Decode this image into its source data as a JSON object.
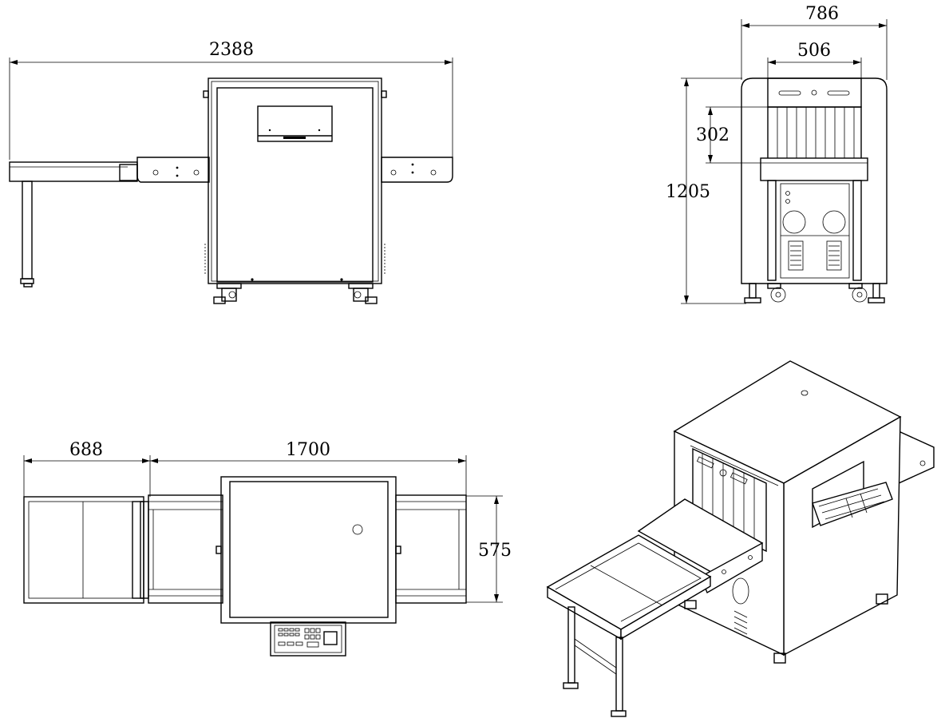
{
  "front_view": {
    "width_label": "2388"
  },
  "side_view": {
    "overall_width_label": "786",
    "tunnel_width_label": "506",
    "tunnel_height_label": "302",
    "overall_height_label": "1205"
  },
  "top_view": {
    "roller_length_label": "688",
    "main_length_label": "1700",
    "depth_label": "575"
  },
  "colors": {
    "line": "#000000",
    "background": "#ffffff"
  }
}
